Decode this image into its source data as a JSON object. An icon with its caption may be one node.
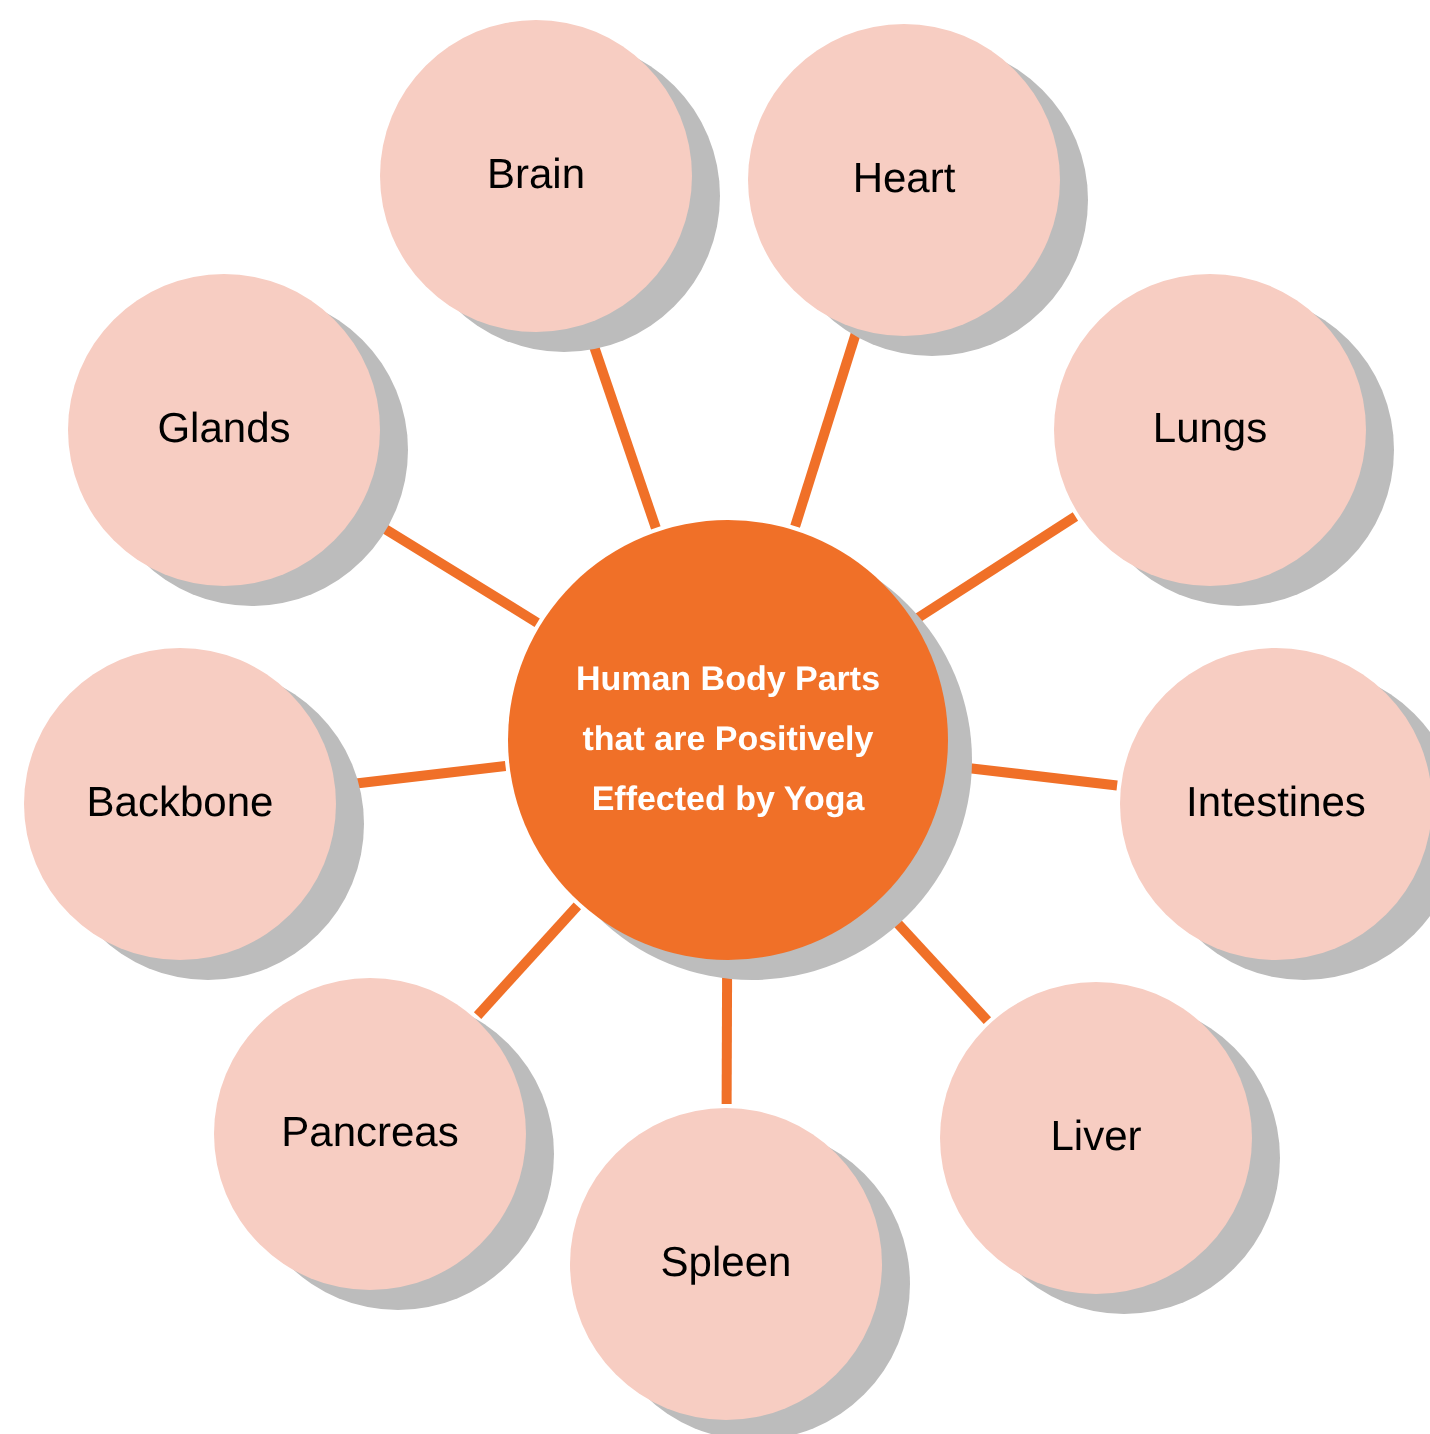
{
  "diagram": {
    "nodes": [
      {
        "text": [
          "Human Body Parts that are Positively Effected by Yoga"
        ]
      },
      {
        "text": [
          "Brain"
        ]
      },
      {
        "text": [
          "Heart"
        ]
      },
      {
        "text": [
          "Glands"
        ]
      },
      {
        "text": [
          "Lungs"
        ]
      },
      {
        "text": [
          "Backbone"
        ]
      },
      {
        "text": [
          "Intestines"
        ]
      },
      {
        "text": [
          "Pancreas"
        ]
      },
      {
        "text": [
          "Liver"
        ]
      },
      {
        "text": [
          "Spleen"
        ]
      }
    ],
    "edges": [
      {
        "from": 0,
        "to": 1,
        "arrow": "none"
      },
      {
        "from": 0,
        "to": 2,
        "arrow": "none"
      },
      {
        "from": 0,
        "to": 3,
        "arrow": "none"
      },
      {
        "from": 0,
        "to": 4,
        "arrow": "none"
      },
      {
        "from": 0,
        "to": 5,
        "arrow": "none"
      },
      {
        "from": 0,
        "to": 6,
        "arrow": "none"
      },
      {
        "from": 0,
        "to": 7,
        "arrow": "none"
      },
      {
        "from": 0,
        "to": 8,
        "arrow": "none"
      },
      {
        "from": 0,
        "to": 9,
        "arrow": "none"
      }
    ]
  }
}
